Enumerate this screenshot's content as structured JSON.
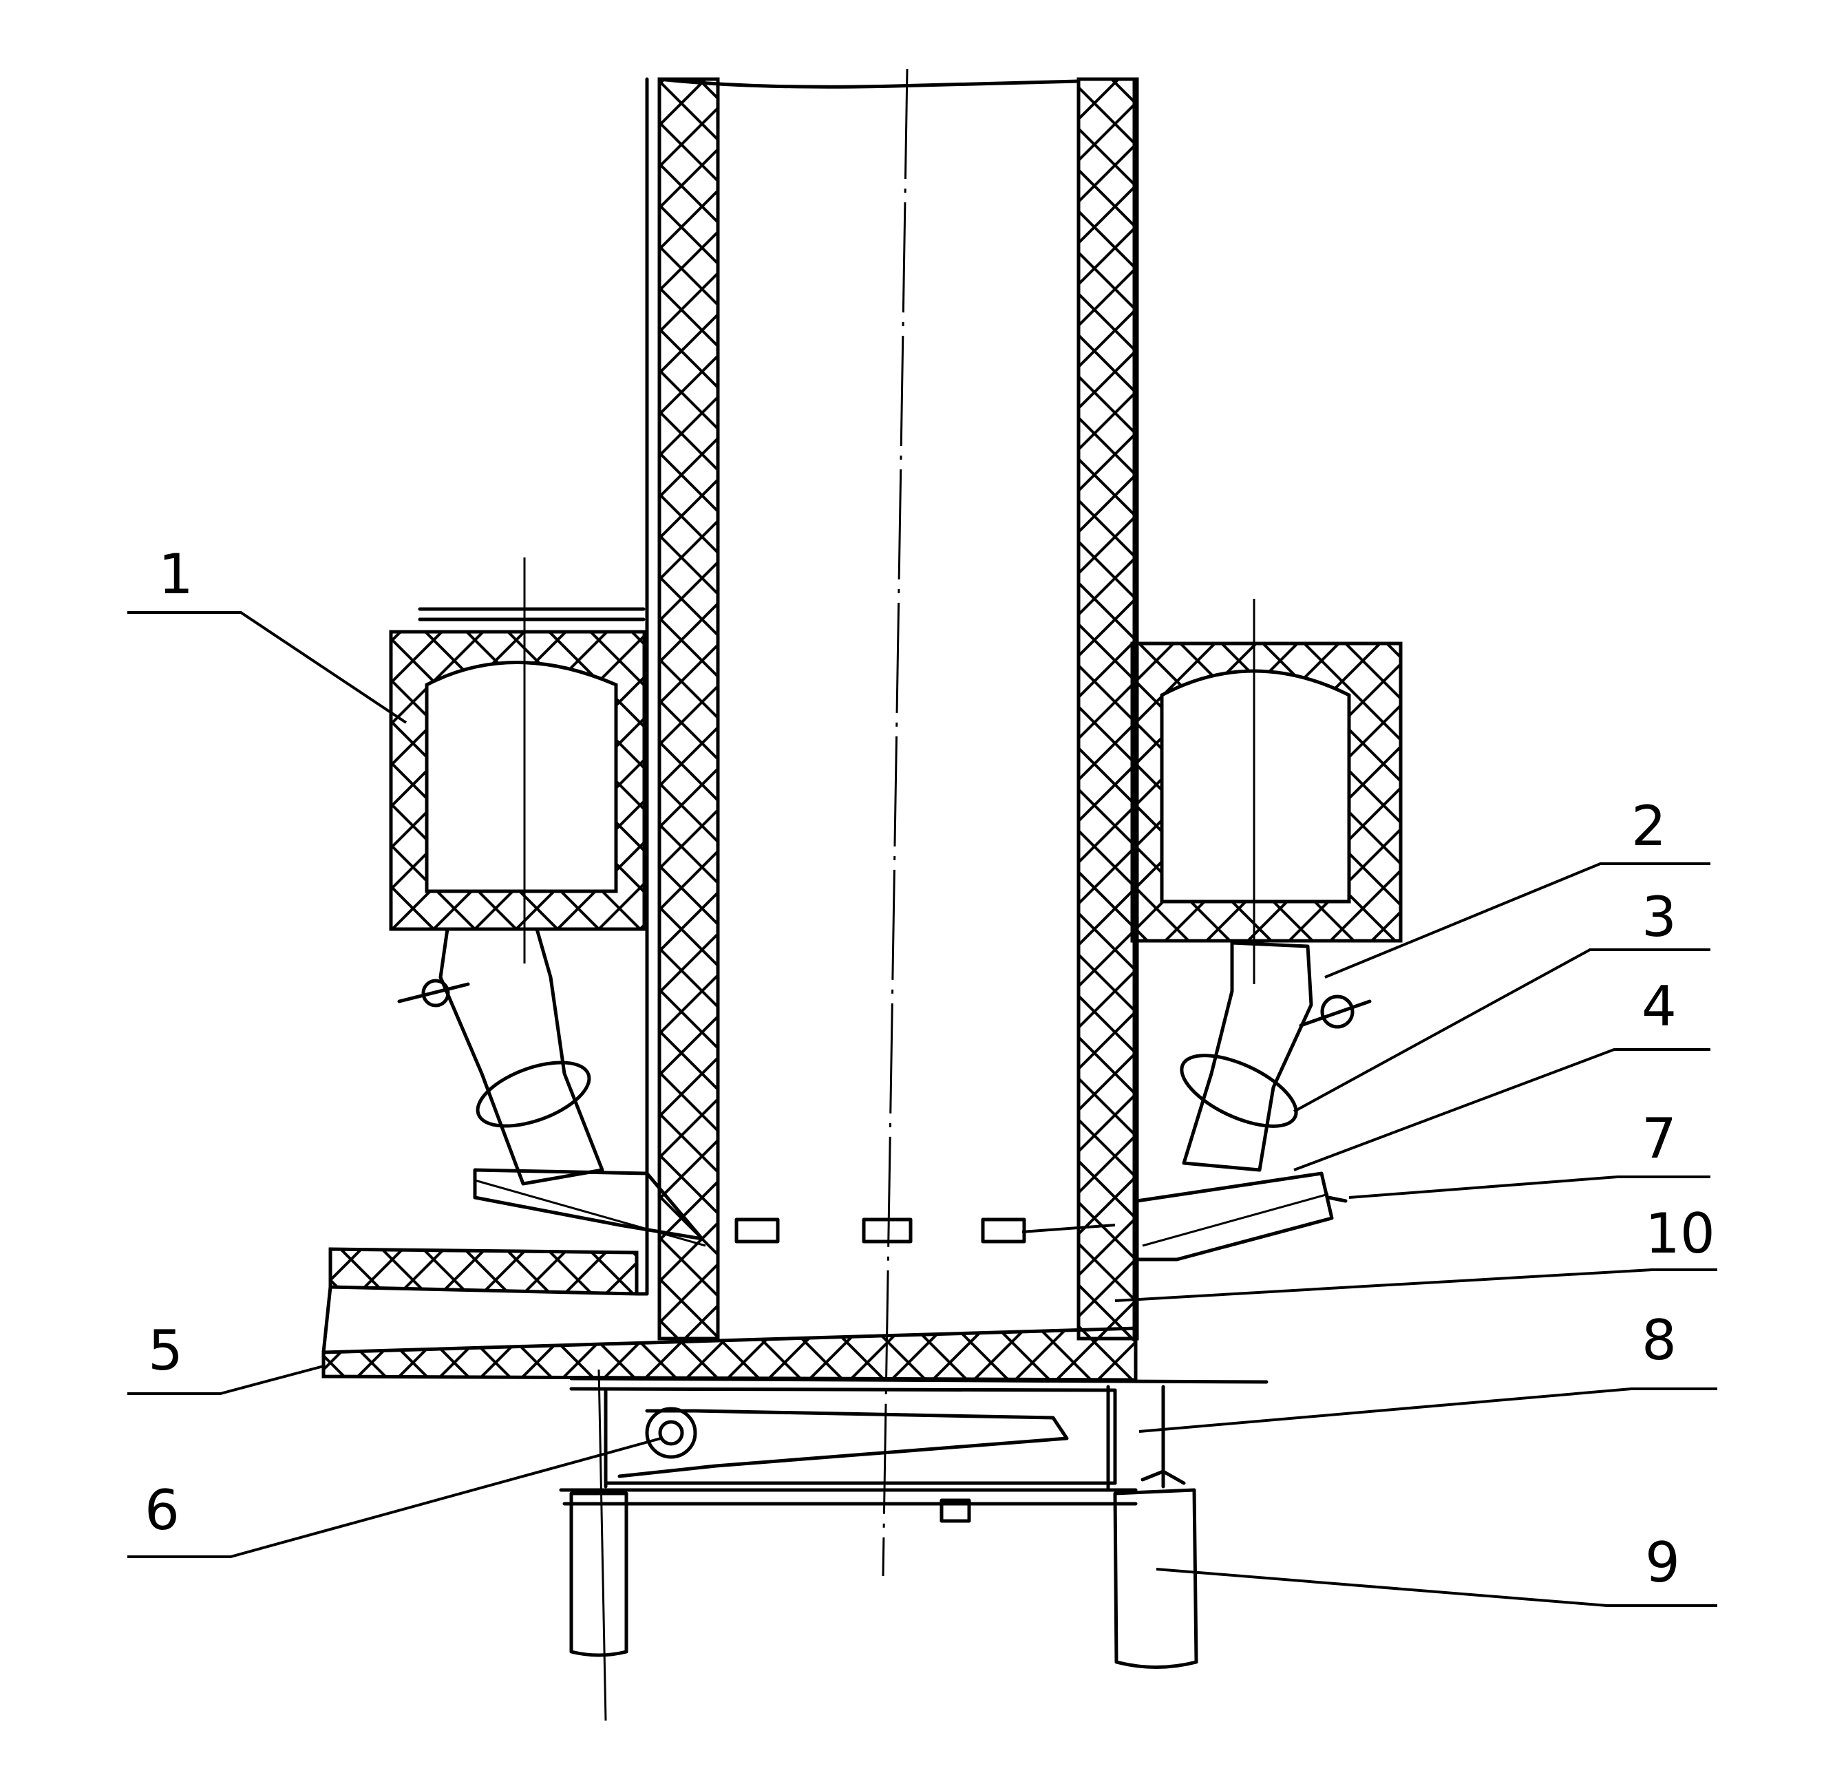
{
  "callouts": [
    {
      "id": "1",
      "text": "1"
    },
    {
      "id": "2",
      "text": "2"
    },
    {
      "id": "3",
      "text": "3"
    },
    {
      "id": "4",
      "text": "4"
    },
    {
      "id": "7",
      "text": "7"
    },
    {
      "id": "10",
      "text": "10"
    },
    {
      "id": "5",
      "text": "5"
    },
    {
      "id": "8",
      "text": "8"
    },
    {
      "id": "6",
      "text": "6"
    },
    {
      "id": "9",
      "text": "9"
    }
  ]
}
